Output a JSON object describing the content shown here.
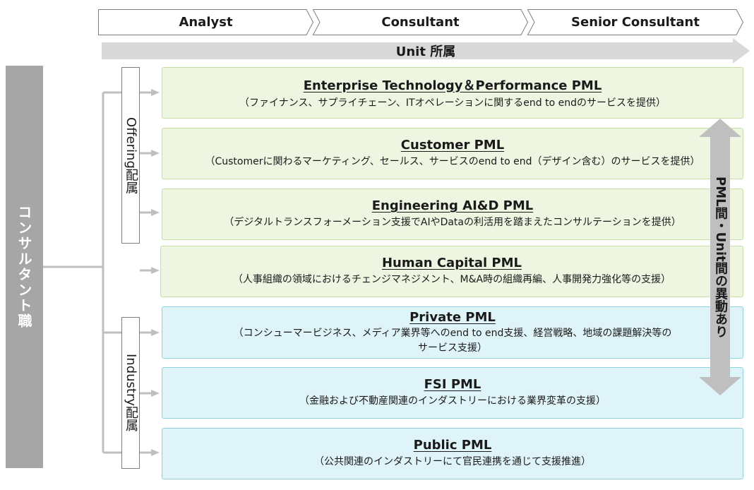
{
  "stages": [
    {
      "label": "Analyst"
    },
    {
      "label": "Consultant"
    },
    {
      "label": "Senior Consultant"
    }
  ],
  "unit_bar": {
    "label": "Unit 所属"
  },
  "role": {
    "label": "コンサルタント職"
  },
  "groups": {
    "offering": {
      "label": "Offering配属"
    },
    "industry": {
      "label": "Industry配属"
    }
  },
  "pml": [
    {
      "title": "Enterprise Technology＆Performance PML",
      "desc": "（ファイナンス、サプライチェーン、ITオペレーションに関するend to endのサービスを提供）"
    },
    {
      "title": "Customer PML",
      "desc": "（Customerに関わるマーケティング、セールス、サービスのend to end（デザイン含む）のサービスを提供）"
    },
    {
      "title": "Engineering  AI&D PML",
      "desc": "（デジタルトランスフォーメーション支援でAIやDataの利活用を踏まえたコンサルテーションを提供）"
    },
    {
      "title": "Human Capital PML",
      "desc": "（人事組織の領域におけるチェンジマネジメント、M&A時の組織再編、人事開発力強化等の支援）"
    },
    {
      "title": "Private PML",
      "desc": "（コンシューマービジネス、メディア業界等へのend to end支援、経営戦略、地域の課題解決等のサービス支援）"
    },
    {
      "title": "FSI PML",
      "desc": "（金融および不動産関連のインダストリーにおける業界変革の支援）"
    },
    {
      "title": "Public PML",
      "desc": "（公共関連のインダストリーにて官民連携を通じて支援推進）"
    }
  ],
  "mobility": {
    "label": "PML間・Unit間の異動あり"
  },
  "colors": {
    "offering_fill": "#eef6e2",
    "offering_border": "#c5dfa5",
    "industry_fill": "#dff4f8",
    "industry_border": "#8fd3e0",
    "gray_arrow": "#bfbfbf",
    "role_fill": "#a6a6a6"
  }
}
